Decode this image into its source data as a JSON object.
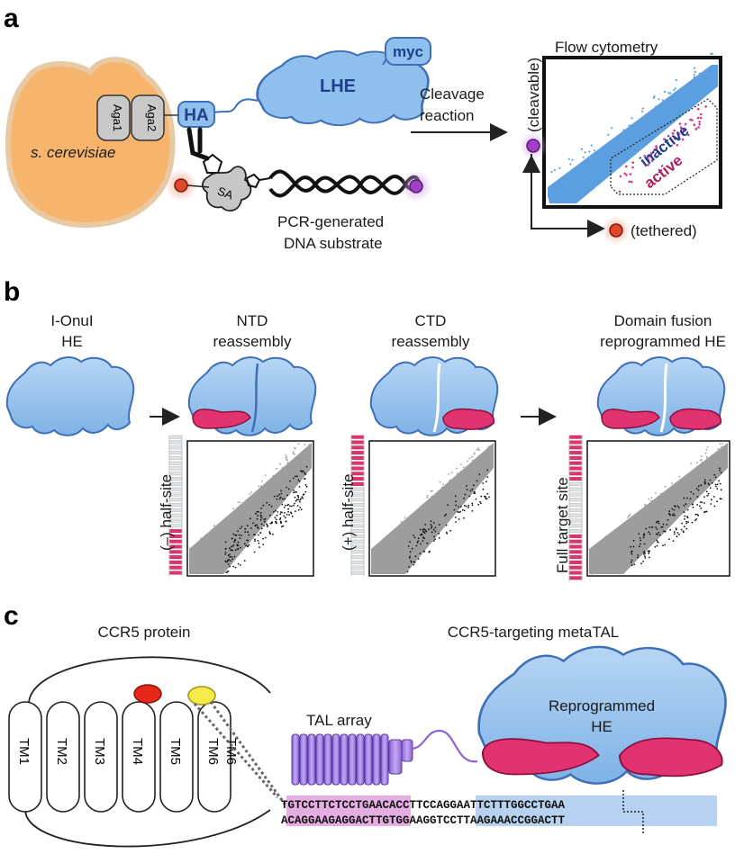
{
  "panel_a": {
    "letter": "a",
    "yeast": "s. cerevisiae",
    "aga1": "Aga1",
    "aga2": "Aga2",
    "ha": "HA",
    "lhe": "LHE",
    "myc": "myc",
    "sa": "SA",
    "substrate_line1": "PCR-generated",
    "substrate_line2": "DNA substrate",
    "cleavage_line1": "Cleavage",
    "cleavage_line2": "reaction",
    "flow_title": "Flow cytometry",
    "y_axis": "(cleavable)",
    "x_axis": "(tethered)",
    "inactive": "inactive",
    "active": "active"
  },
  "panel_b": {
    "letter": "b",
    "stage1_line1": "I-OnuI",
    "stage1_line2": "HE",
    "stage2_line1": "NTD",
    "stage2_line2": "reassembly",
    "stage3_line1": "CTD",
    "stage3_line2": "reassembly",
    "stage4_line1": "Domain fusion",
    "stage4_line2": "reprogrammed HE",
    "plot1_label": "(–) half-site",
    "plot2_label": "(+) half-site",
    "plot3_label": "Full target site"
  },
  "panel_c": {
    "letter": "c",
    "ccr5_title": "CCR5 protein",
    "metatal_title": "CCR5-targeting metaTAL",
    "tm": [
      "TM1",
      "TM2",
      "TM3",
      "TM4",
      "TM5",
      "TM6",
      "TM6"
    ],
    "tal_array": "TAL array",
    "he_line1": "Reprogrammed",
    "he_line2": "HE",
    "seq_top_a": "TGTCCTTCTCCT",
    "seq_top_b": "GAACACC",
    "seq_top_c": "TTCCAGGAATTCTTTGGCCTGAA",
    "seq_bot_a": "ACAGGAAGAGGA",
    "seq_bot_b": "CTTGTGG",
    "seq_bot_c": "AAGGTCCTTAAGAAACCGGACTT"
  },
  "colors": {
    "he_blue": "#8fbfec",
    "he_outline": "#3f6fb8",
    "yeast_orange": "#f7b46c",
    "magenta": "#e0336f",
    "tal_purple": "#a57fe0",
    "scatter_gray": "#9d9d9d",
    "flow_blue": "#5b9fe0",
    "red_bead": "#e0482c",
    "purple_bead": "#a040c8"
  }
}
